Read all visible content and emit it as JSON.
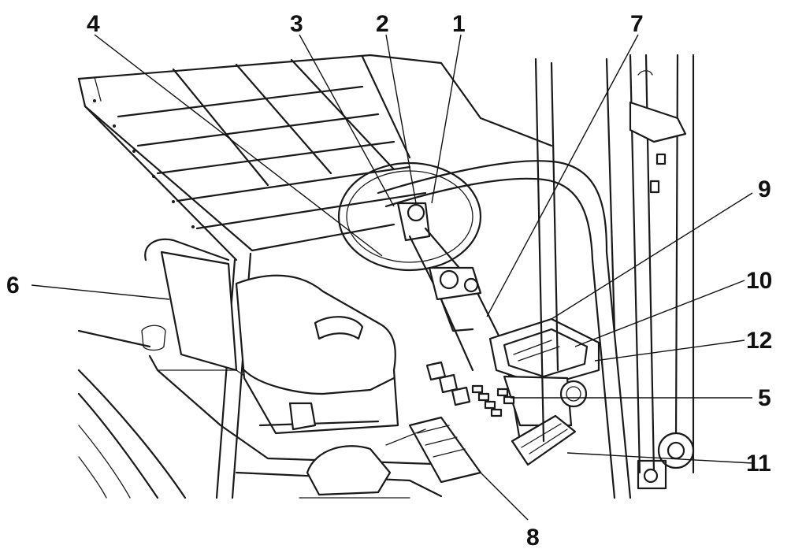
{
  "diagram": {
    "callouts": [
      {
        "id": "1",
        "label": "1"
      },
      {
        "id": "2",
        "label": "2"
      },
      {
        "id": "3",
        "label": "3"
      },
      {
        "id": "4",
        "label": "4"
      },
      {
        "id": "5",
        "label": "5"
      },
      {
        "id": "6",
        "label": "6"
      },
      {
        "id": "7",
        "label": "7"
      },
      {
        "id": "8",
        "label": "8"
      },
      {
        "id": "9",
        "label": "9"
      },
      {
        "id": "10",
        "label": "10"
      },
      {
        "id": "11",
        "label": "11"
      },
      {
        "id": "12",
        "label": "12"
      }
    ],
    "ink_color": "#1a1a1a",
    "background": "#ffffff"
  }
}
